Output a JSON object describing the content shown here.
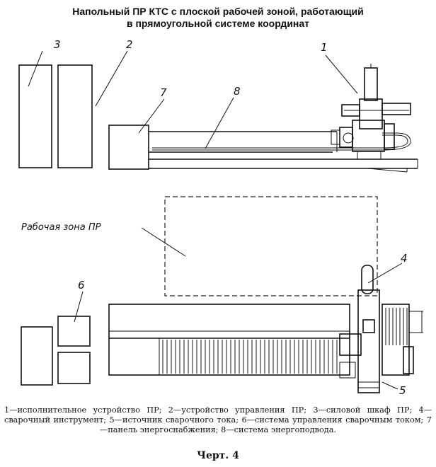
{
  "title": {
    "line1": "Напольный ПР КТС с плоской рабочей зоной, работающий",
    "line2": "в прямоугольной системе координат"
  },
  "diagram": {
    "callouts": {
      "n1": "1",
      "n2": "2",
      "n3": "3",
      "n4": "4",
      "n5": "5",
      "n6": "6",
      "n7": "7",
      "n8": "8"
    },
    "work_zone_label": "Рабочая зона ПР"
  },
  "caption": "1—исполнительное устройство ПР; 2—устройство управления ПР; 3—силовой шкаф ПР; 4—сварочный инструмент; 5—источник сварочного тока; 6—система управления сварочным током; 7—панель энергоснабжения; 8—система энергоподвода.",
  "sheet_label": "Черт. 4"
}
